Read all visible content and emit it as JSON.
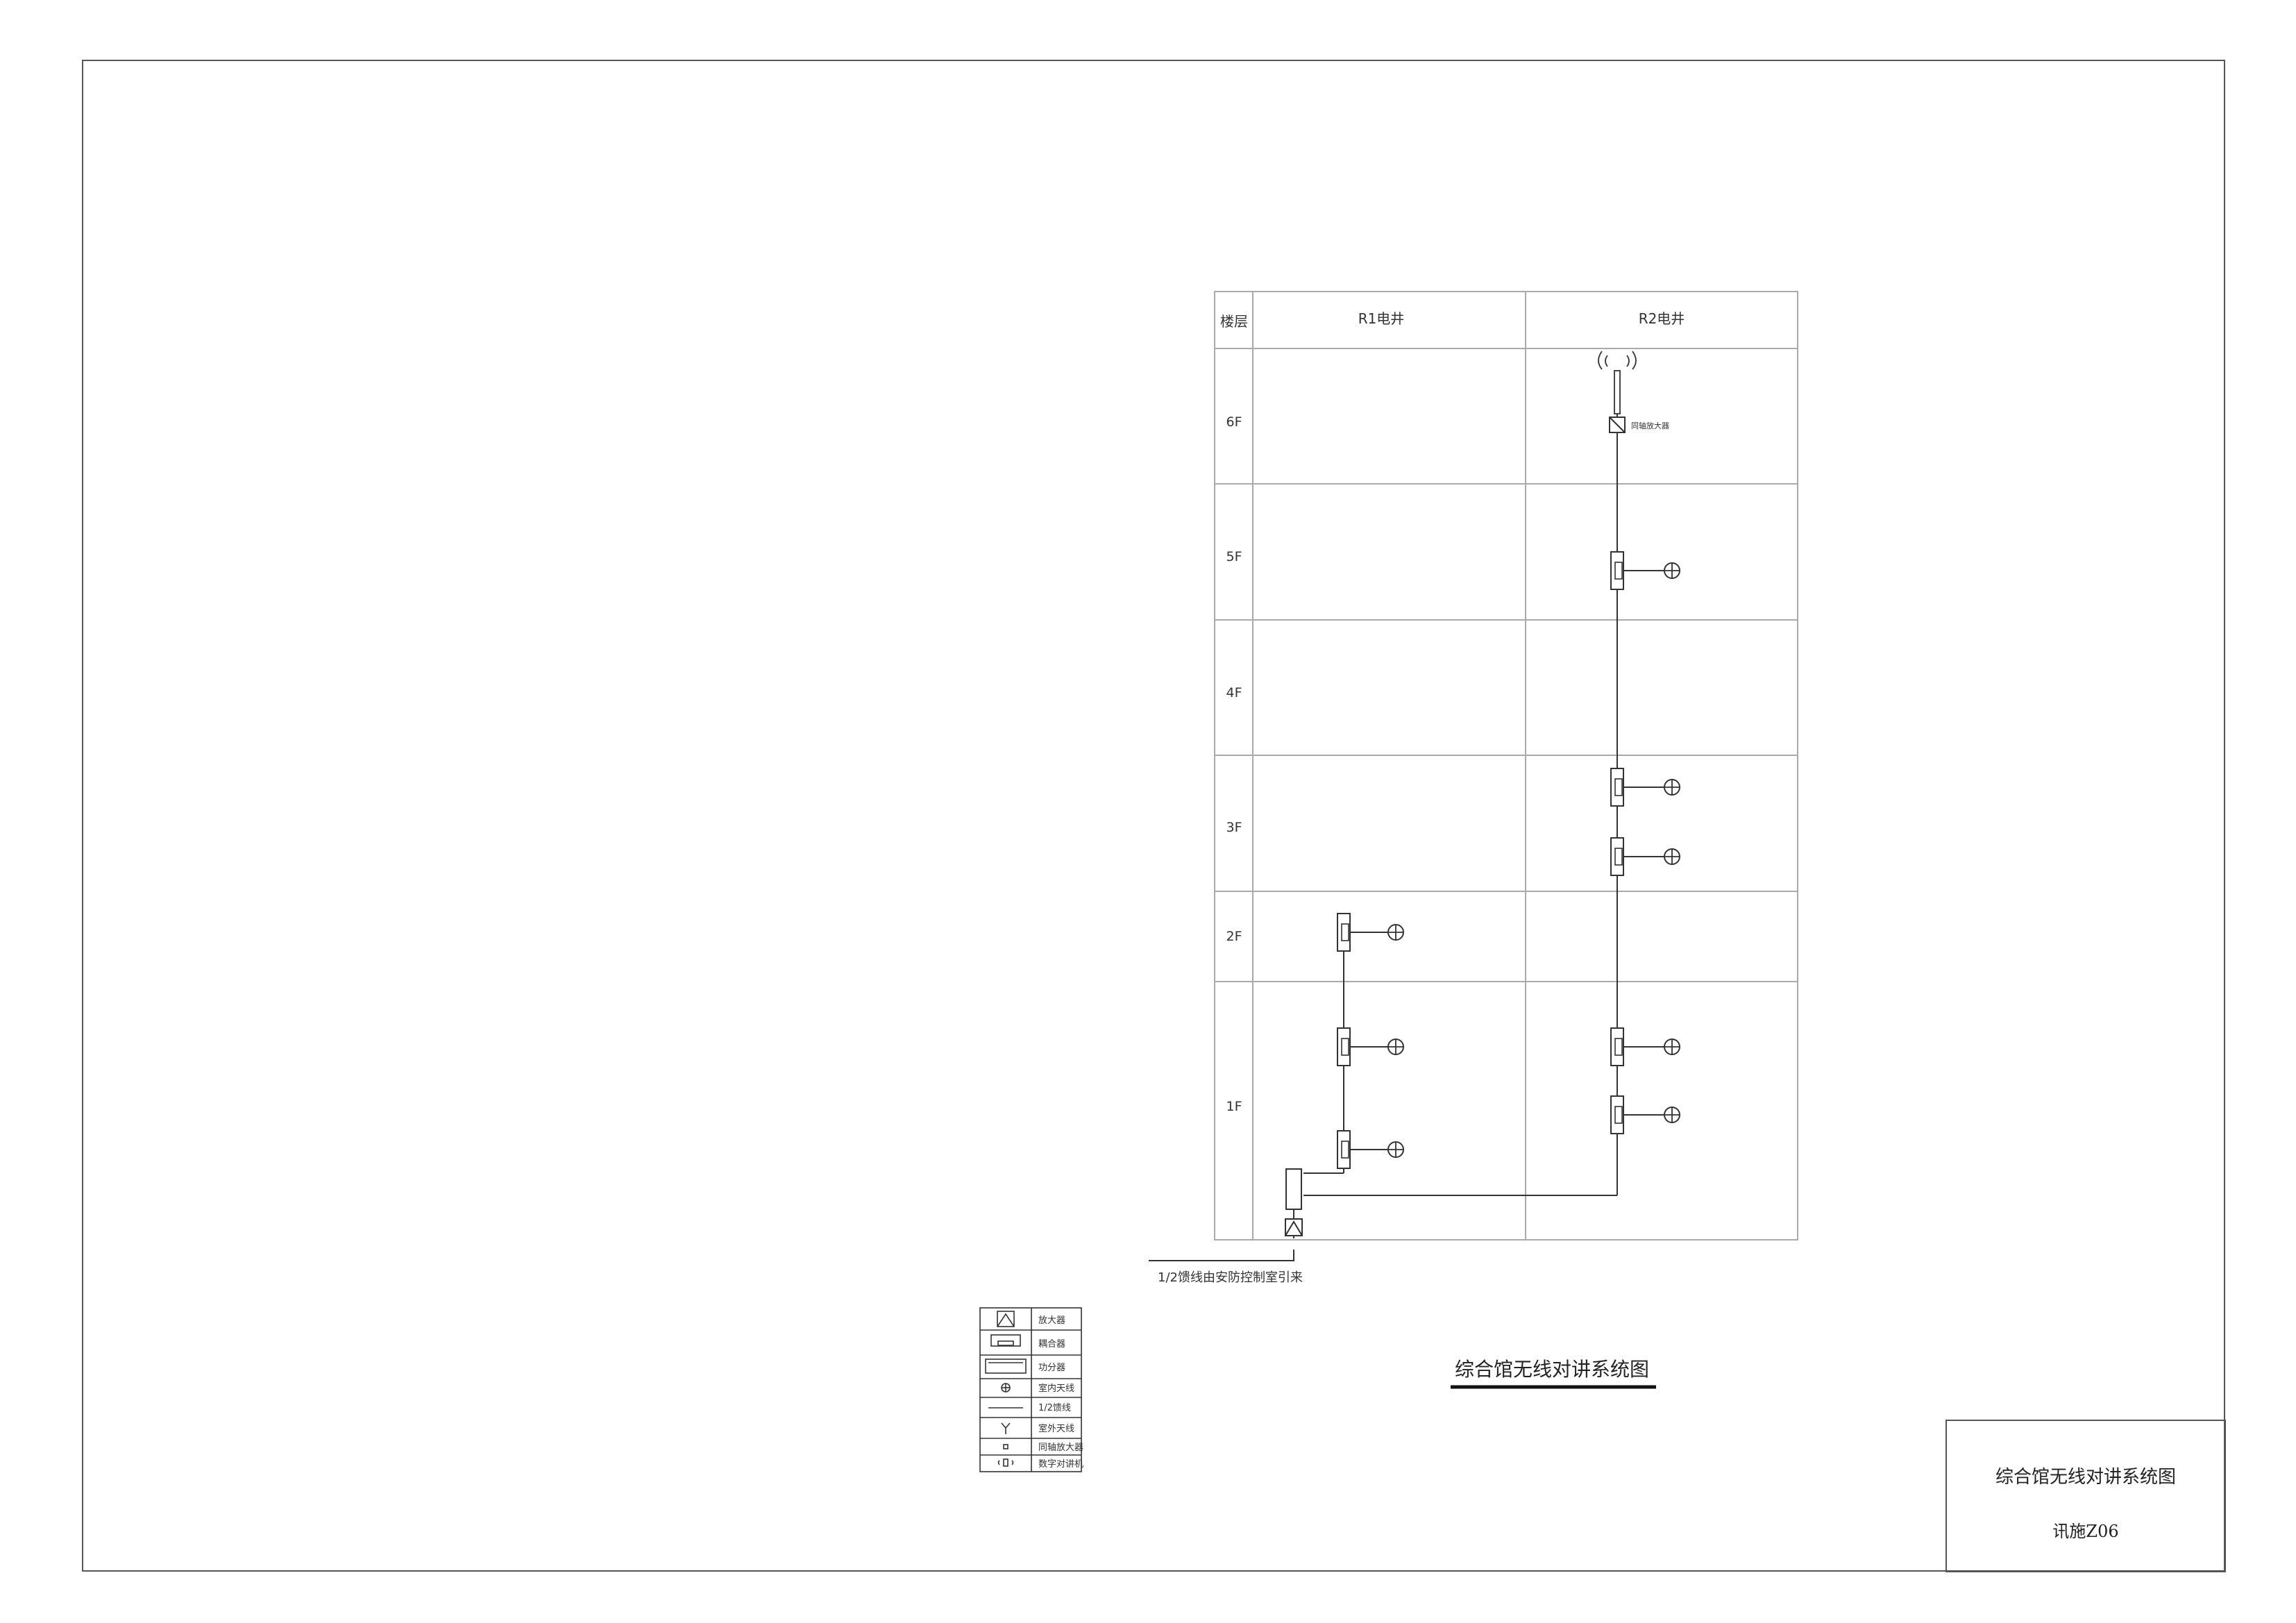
{
  "table": {
    "col_floor": "楼层",
    "col_r1": "R1电井",
    "col_r2": "R2电井",
    "floors": [
      "6F",
      "5F",
      "4F",
      "3F",
      "2F",
      "1F"
    ]
  },
  "diagram": {
    "repeater_label": "同轴放大器",
    "feed_note": "1/2馈线由安防控制室引来",
    "title": "综合馆无线对讲系统图"
  },
  "legend": {
    "items": [
      {
        "symbol": "amplifier-icon",
        "label": "放大器"
      },
      {
        "symbol": "coupler-icon",
        "label": "耦合器"
      },
      {
        "symbol": "splitter-icon",
        "label": "功分器"
      },
      {
        "symbol": "indoor-antenna-icon",
        "label": "室内天线"
      },
      {
        "symbol": "feeder-line-icon",
        "label": "1/2馈线"
      },
      {
        "symbol": "outdoor-antenna-icon",
        "label": "室外天线"
      },
      {
        "symbol": "repeater-icon",
        "label": "同轴放大器"
      },
      {
        "symbol": "digital-radio-icon",
        "label": "数字对讲机"
      }
    ]
  },
  "title_block": {
    "drawing_title": "综合馆无线对讲系统图",
    "drawing_number": "讯施Z06"
  },
  "colors": {
    "line": "#333333",
    "grid": "#aaaaaa",
    "border": "#555555"
  }
}
